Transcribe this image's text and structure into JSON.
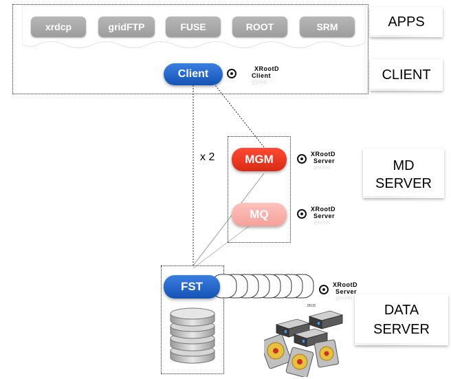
{
  "apps": [
    "xrdcp",
    "gridFTP",
    "FUSE",
    "ROOT",
    "SRM"
  ],
  "labels": {
    "apps": "APPS",
    "client": "CLIENT",
    "md_server": "MD SERVER",
    "data_server": "DATA SERVER"
  },
  "nodes": {
    "client": "Client",
    "mgm": "MGM",
    "mq": "MQ",
    "fst": "FST"
  },
  "multiplier": "x 2",
  "logos": {
    "client": {
      "line1": "XRootD",
      "line2": "Client"
    },
    "server": {
      "line1": "XRootD",
      "line2": "Server"
    }
  },
  "jbod_label": "JBOD",
  "colors": {
    "blue_node": "#1f62c8",
    "red_node": "#e8321d",
    "pink_node": "#f7aaa2",
    "app_pill": "#a8a8a8"
  }
}
